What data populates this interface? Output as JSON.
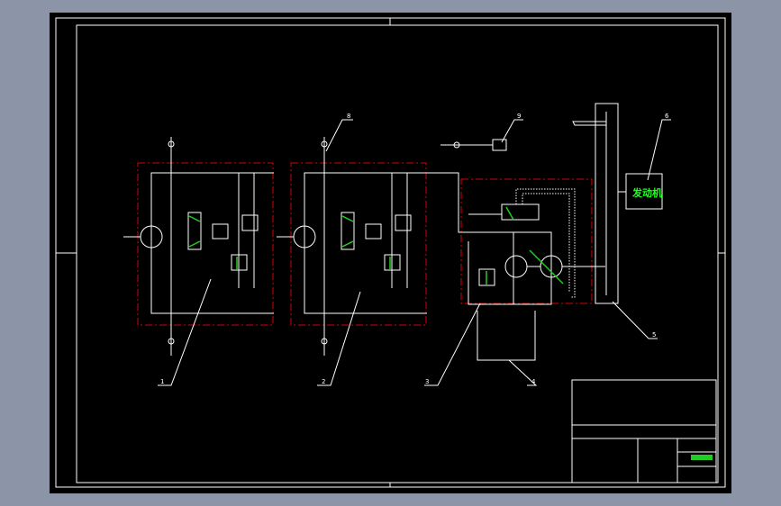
{
  "drawing": {
    "engine_label": "发动机",
    "callouts": [
      "1",
      "2",
      "3",
      "4",
      "5",
      "6",
      "8",
      "9"
    ],
    "colors": {
      "background": "#000000",
      "lines": "#ffffff",
      "boundary": "#dd0000",
      "highlight": "#22cc22",
      "window": "#8c95a8"
    }
  }
}
